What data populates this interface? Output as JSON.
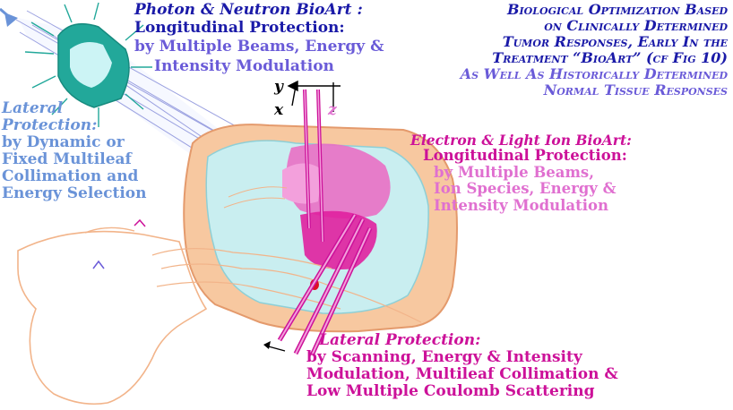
{
  "photon": {
    "title": "Photon & Neutron BioArt :",
    "longitudinal": "Longitudinal Protection:",
    "beams": "by Multiple Beams, Energy &",
    "intensity": "Intensity Modulation"
  },
  "bio_optimization": {
    "line1": "Biological Optimization Based",
    "line2": "on Clinically Determined",
    "line3": "Tumor Responses, Early In the",
    "line4": "Treatment “BioArt” (cf Fig 10)",
    "line5": "As Well As Historically Determined",
    "line6": "Normal Tissue Responses"
  },
  "lateral_photon": {
    "line1": "Lateral",
    "line2": "Protection:",
    "line3": "by Dynamic or",
    "line4": "Fixed Multileaf",
    "line5": "Collimation and",
    "line6": "Energy Selection"
  },
  "electron": {
    "title": "Electron & Light Ion BioArt:",
    "longitudinal": "Longitudinal Protection:",
    "line1": "by Multiple Beams,",
    "line2": "Ion Species, Energy &",
    "line3": "Intensity Modulation"
  },
  "lateral_ion": {
    "title": "Lateral Protection:",
    "line1": "by Scanning, Energy & Intensity",
    "line2": "Modulation, Multileaf Collimation &",
    "line3": "Low Multiple Coulomb Scattering"
  },
  "axes": {
    "y": "y",
    "x": "x",
    "z": "z"
  },
  "colors": {
    "navy": "#1a1aa8",
    "violet": "#6a5bd8",
    "sky": "#6a93d8",
    "magenta": "#cc1199",
    "pink": "#e070d0",
    "teal": "#22a89a",
    "skin": "#f7c8a0"
  }
}
